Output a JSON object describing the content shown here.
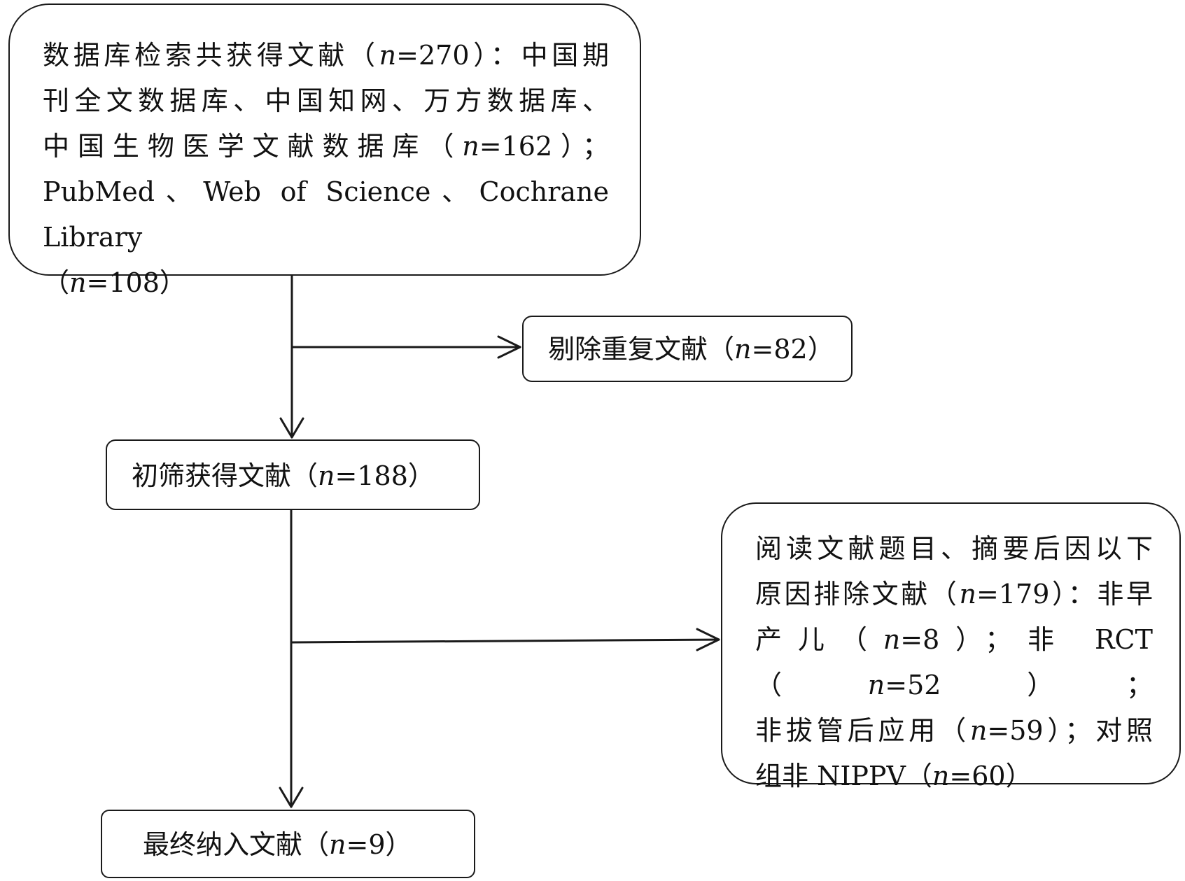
{
  "search_box": {
    "line1_prefix": "数据库检索共获得文献（",
    "line1_n": "n",
    "line1_suffix": "=270）：中国期",
    "line2": "刊全文数据库、中国知网、万方数据库、",
    "line3_prefix": "中国生物医学文献数据库（",
    "line3_n": "n",
    "line3_suffix": "=162）；",
    "line4": "PubMed、Web of Science、Cochrane Library",
    "line5_prefix": "（",
    "line5_n": "n",
    "line5_suffix": "=108）"
  },
  "duplicate_box": {
    "prefix": "剔除重复文献（",
    "n": "n",
    "suffix": "=82）"
  },
  "initial_box": {
    "prefix": "初筛获得文献（",
    "n": "n",
    "suffix": "=188）"
  },
  "exclusion_box": {
    "line1": "阅读文献题目、摘要后因以下",
    "line2_prefix": "原因排除文献（",
    "line2_n": "n",
    "line2_suffix": "=179）：非早",
    "line3_prefix": "产儿（",
    "line3_n1": "n",
    "line3_mid": "=8）；非 RCT（",
    "line3_n2": "n",
    "line3_suffix": "=52）；",
    "line4_prefix": "非拔管后应用（",
    "line4_n": "n",
    "line4_suffix": "=59）；对照",
    "line5_prefix": "组非 NIPPV（",
    "line5_n": "n",
    "line5_suffix": "=60）"
  },
  "final_box": {
    "prefix": "最终纳入文献（",
    "n": "n",
    "suffix": "=9）"
  },
  "colors": {
    "stroke": "#1a1a1a",
    "text": "#111111",
    "background": "#ffffff"
  }
}
